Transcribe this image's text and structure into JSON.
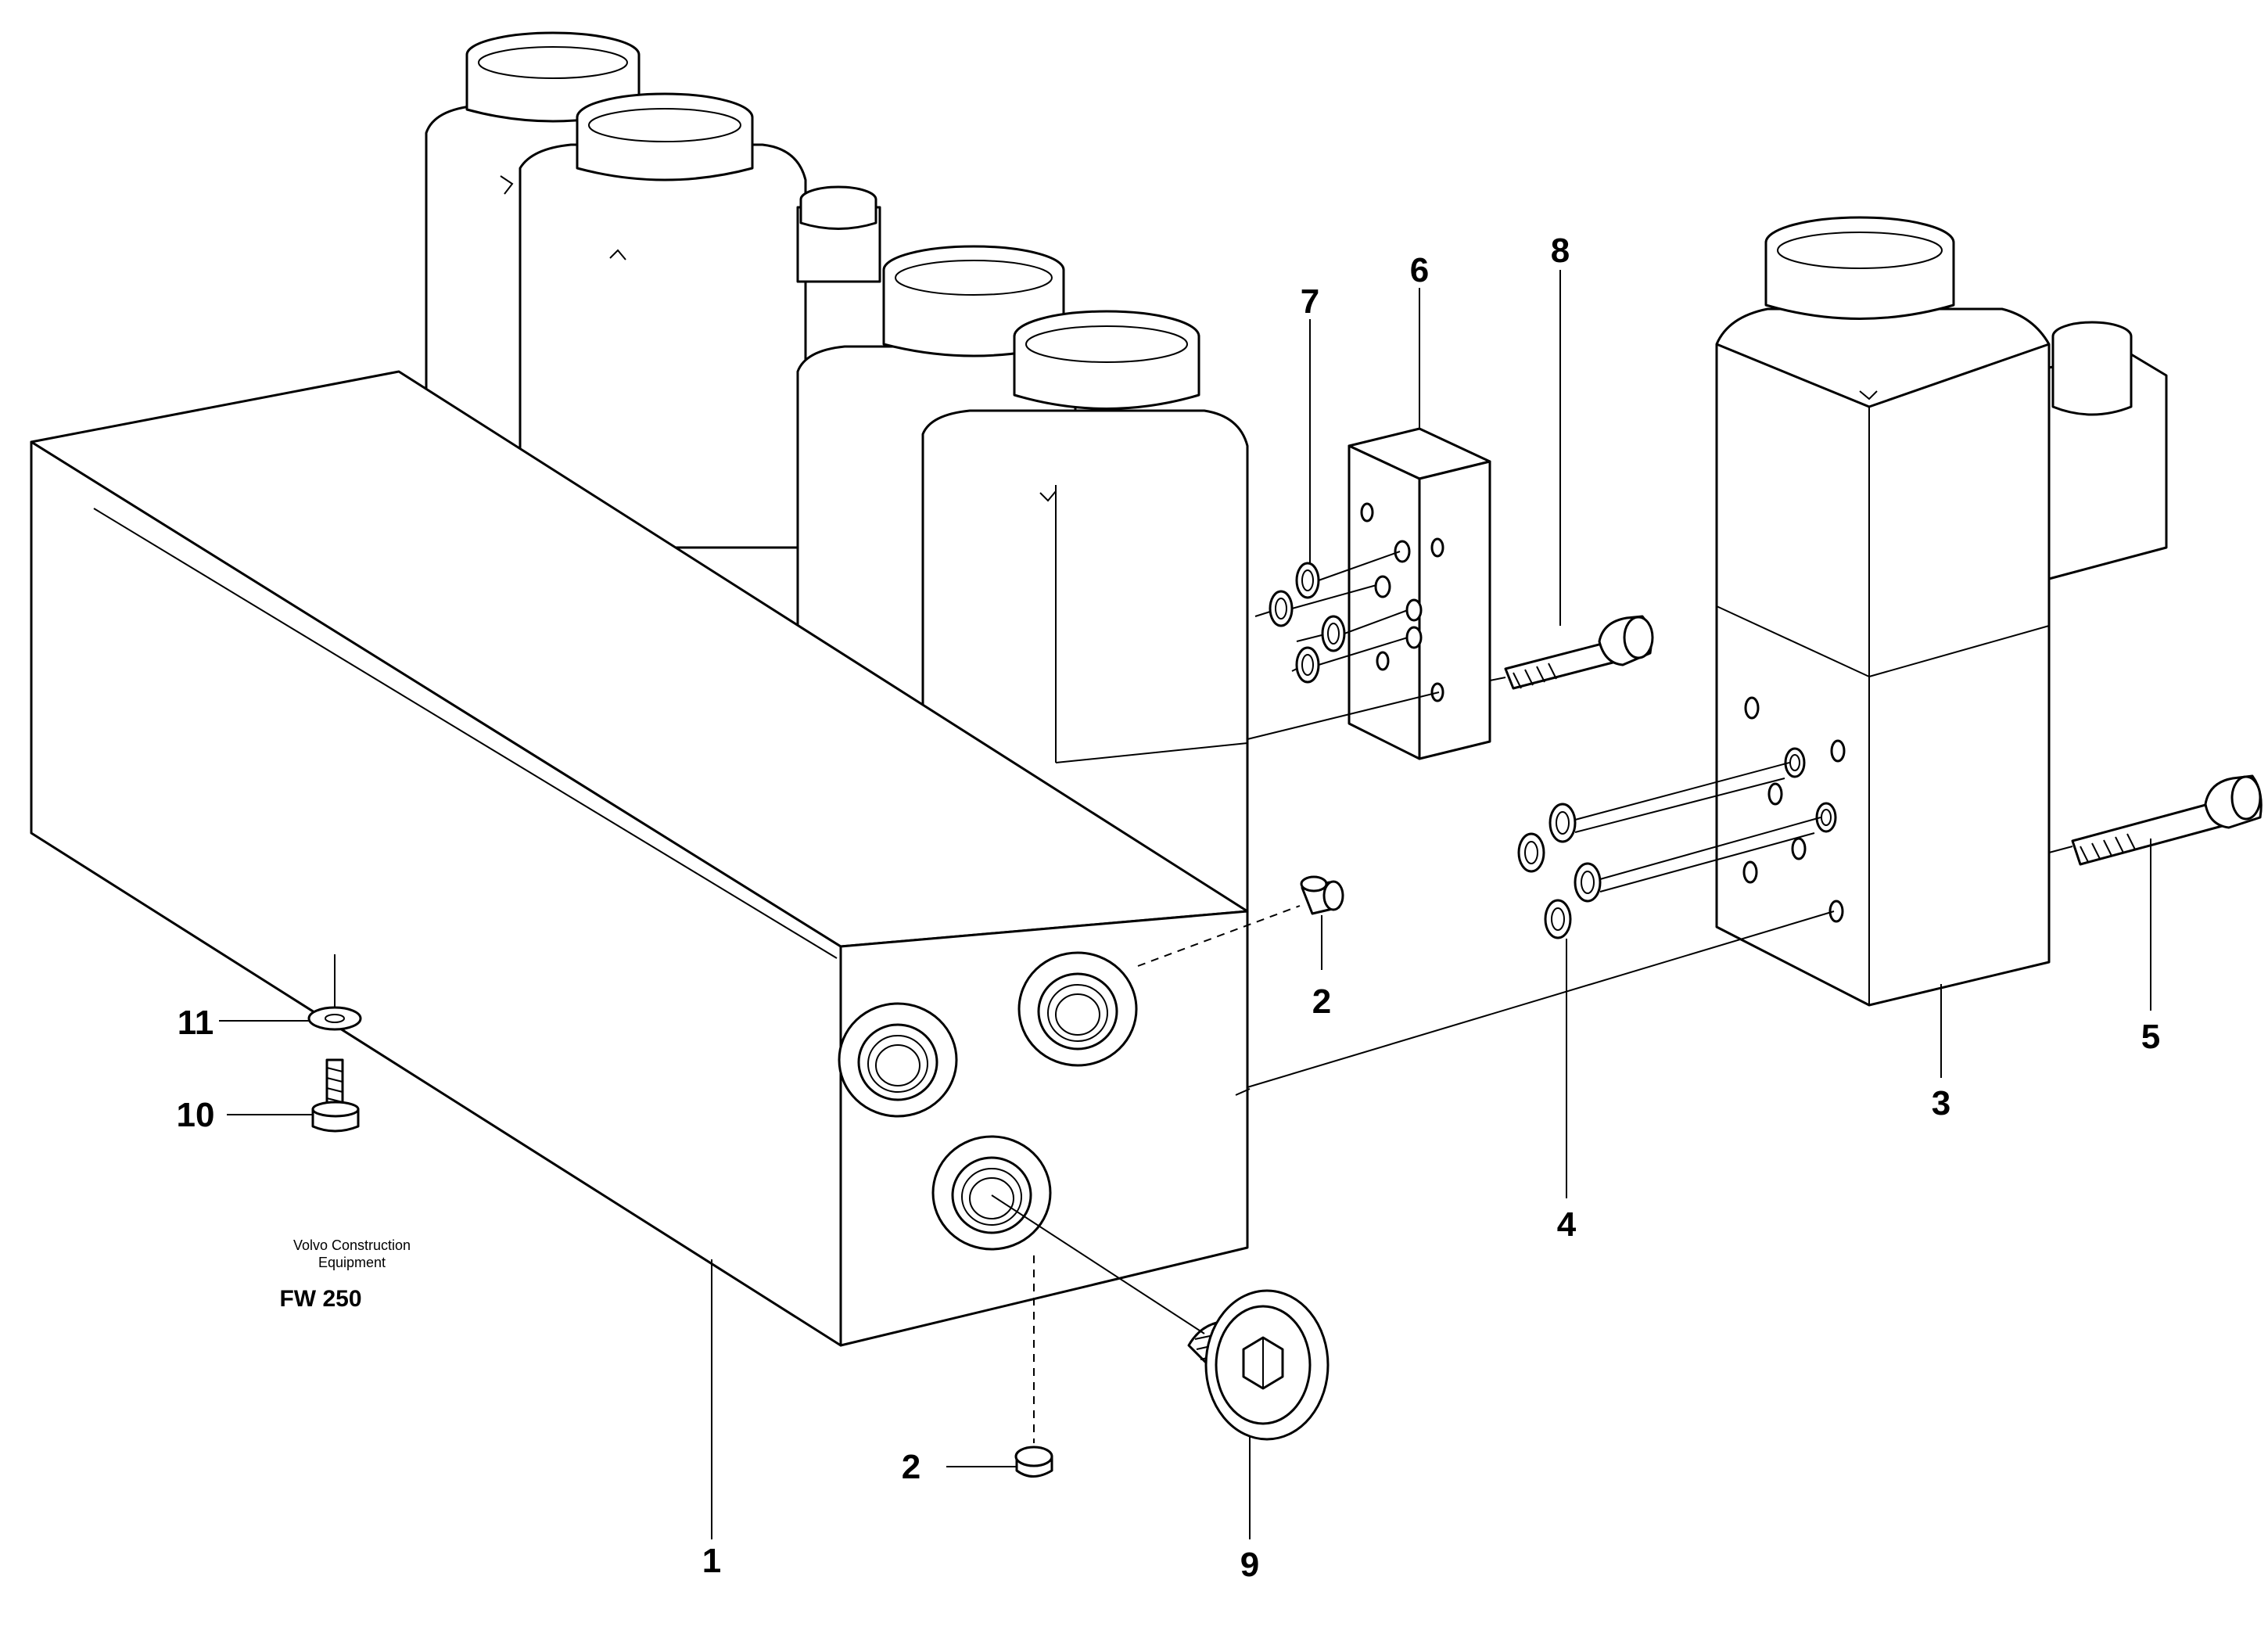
{
  "callouts": {
    "c1": "1",
    "c2a": "2",
    "c2b": "2",
    "c3": "3",
    "c4": "4",
    "c5": "5",
    "c6": "6",
    "c7": "7",
    "c8": "8",
    "c9": "9",
    "c10": "10",
    "c11": "11"
  },
  "caption": {
    "brand_line1": "Volvo Construction",
    "brand_line2": "Equipment",
    "code": "FW 250"
  }
}
